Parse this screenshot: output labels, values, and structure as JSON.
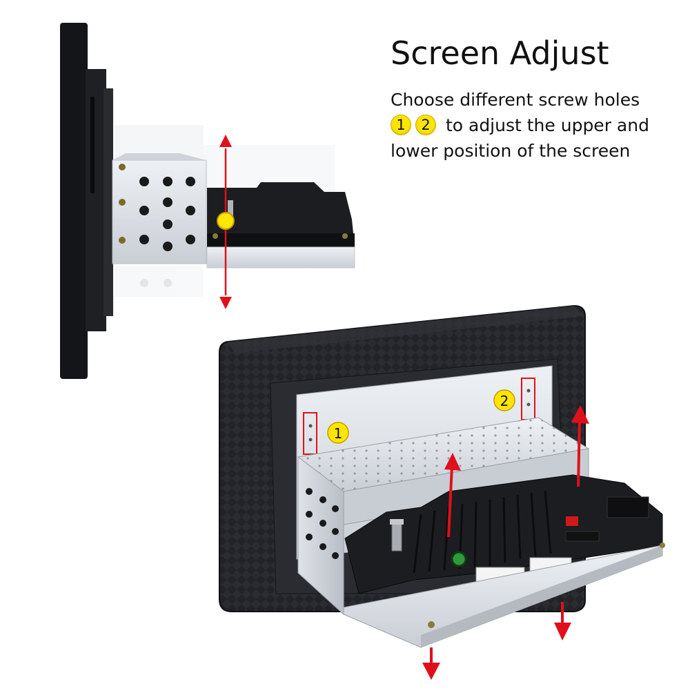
{
  "heading": {
    "title": "Screen Adjust",
    "line1": "Choose different screw holes",
    "badge1": "1",
    "badge2": "2",
    "line2_rest": "to adjust the upper and",
    "line3": "lower position of the screen"
  },
  "labels": {
    "hole1": "1",
    "hole2": "2"
  },
  "colors": {
    "arrow": "#e0101a",
    "badge": "#ffe600",
    "bezel": "#1c1d20",
    "metal": "#d7dbe0"
  }
}
